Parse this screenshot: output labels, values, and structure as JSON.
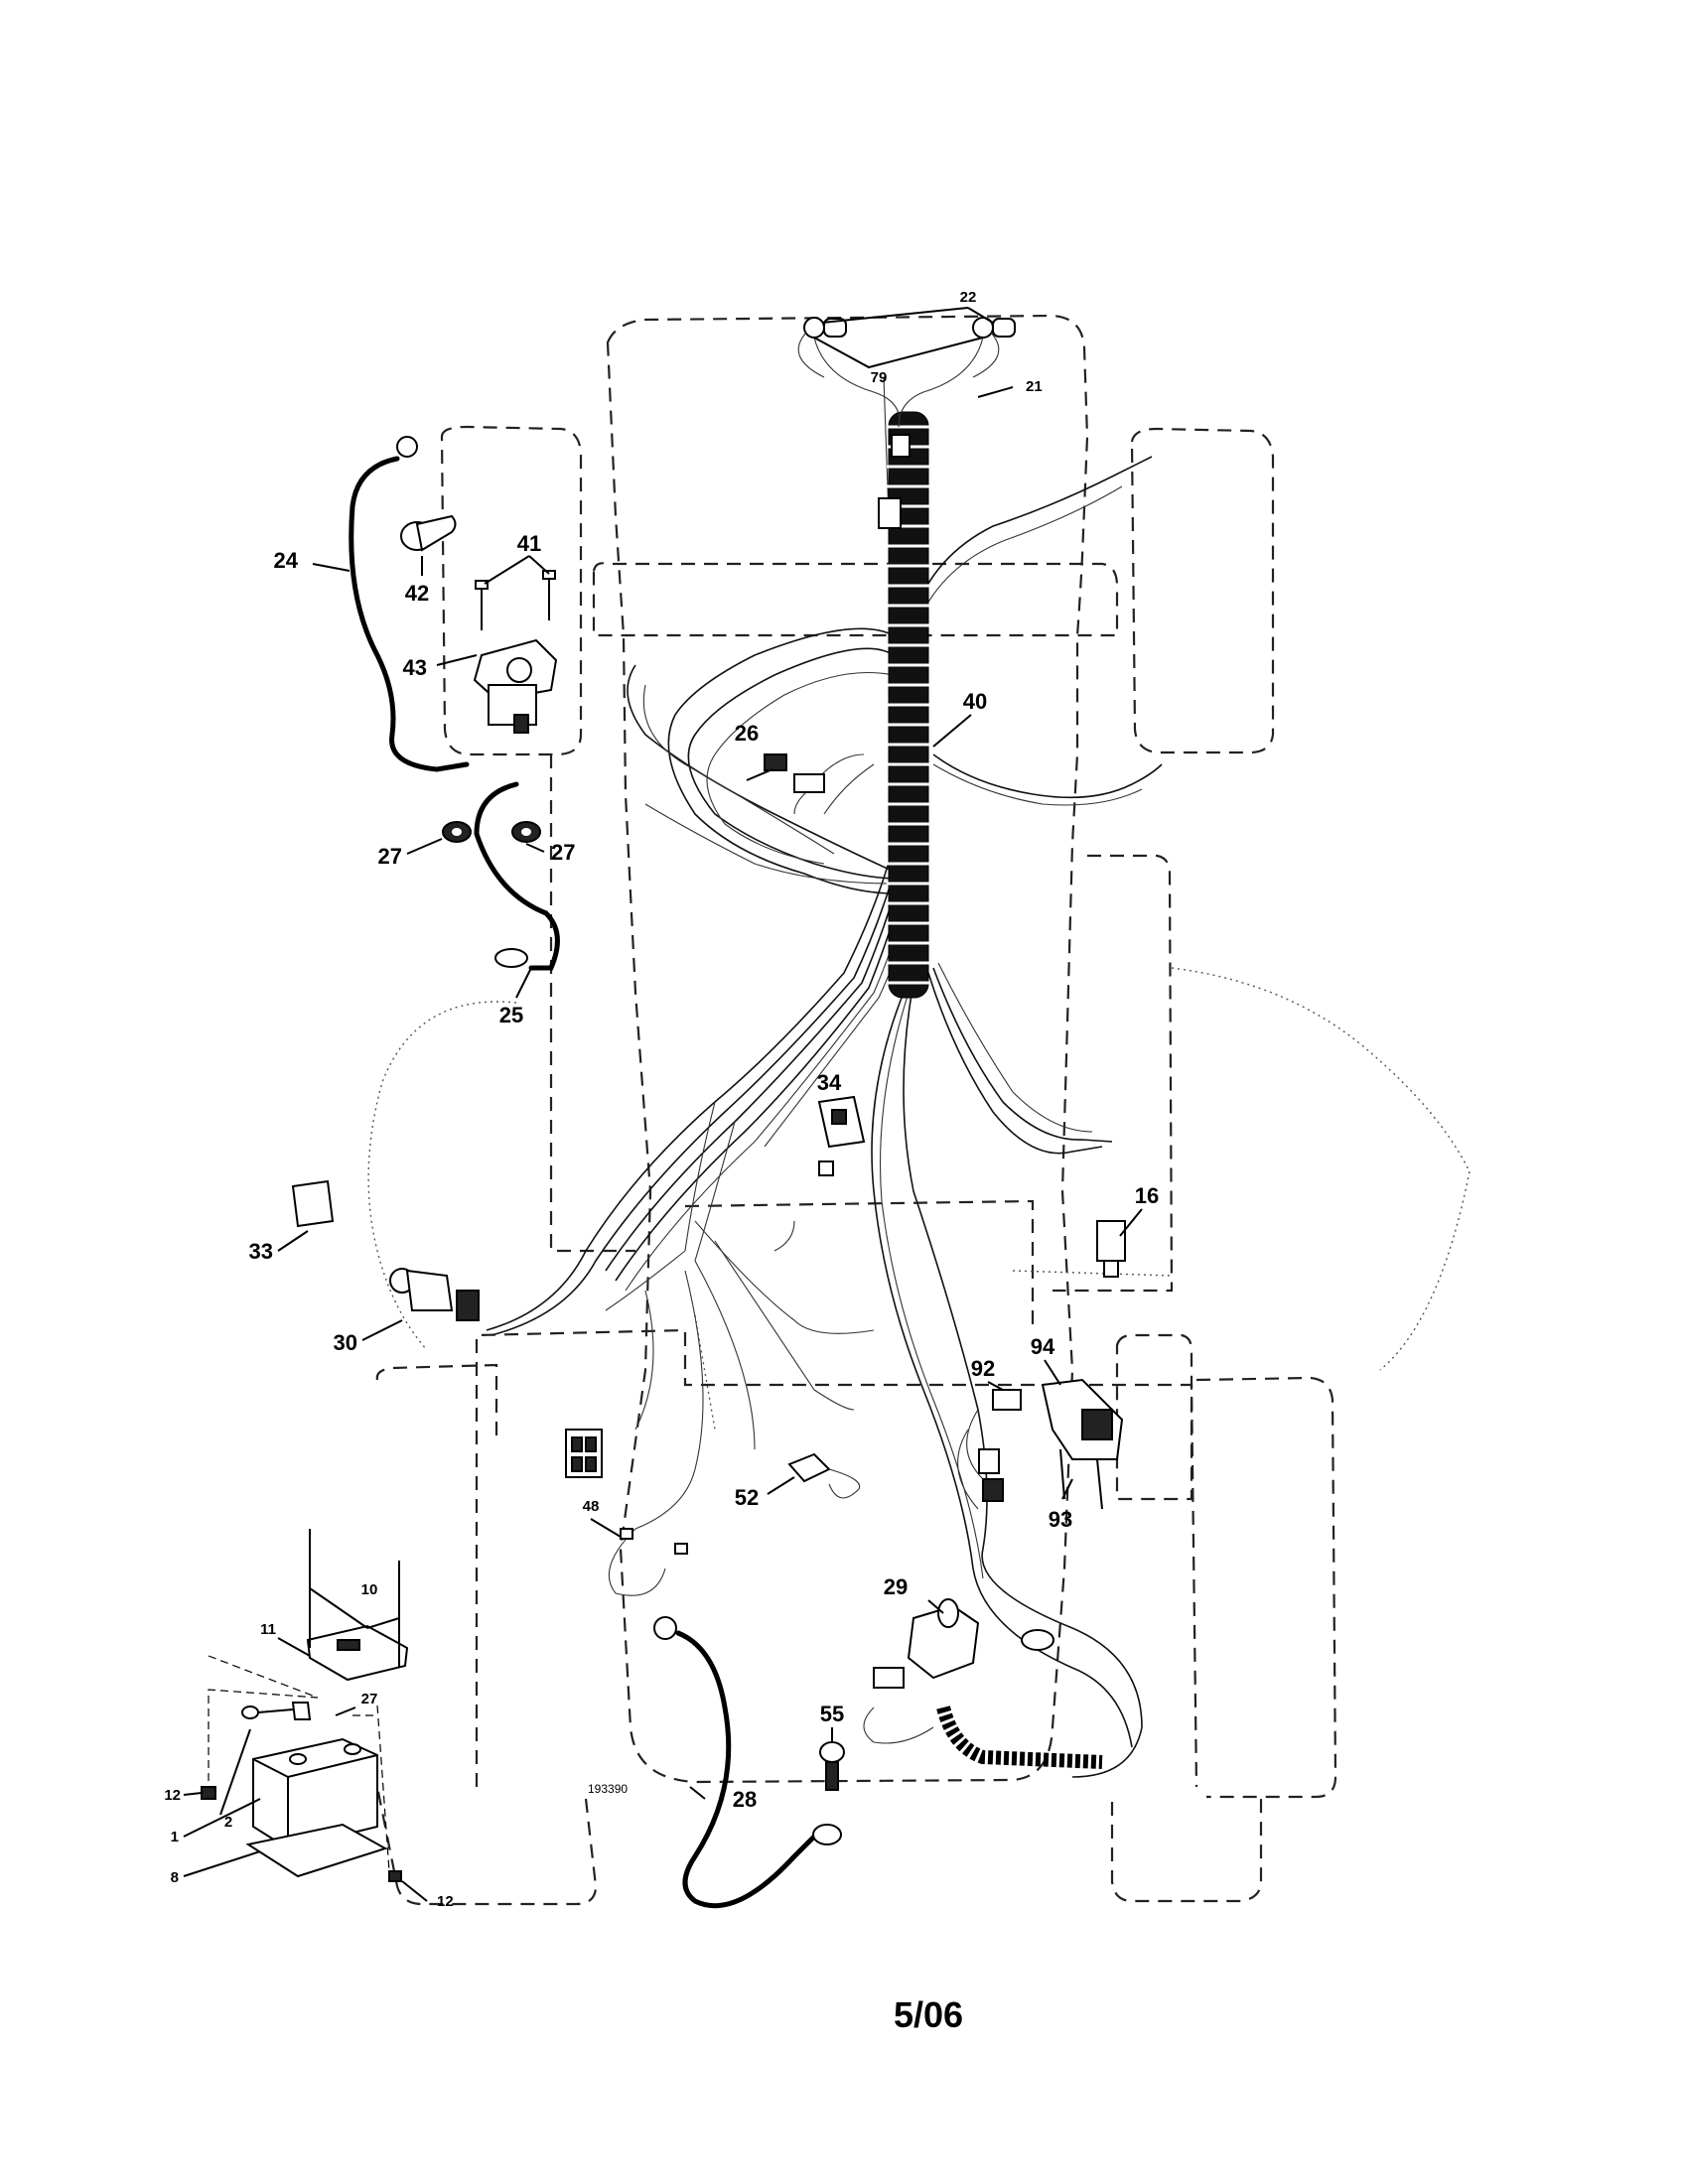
{
  "drawing_number": "193390",
  "page_date": "5/06",
  "callouts": {
    "c22": "22",
    "c79": "79",
    "c21": "21",
    "c24": "24",
    "c41": "41",
    "c42": "42",
    "c43": "43",
    "c40": "40",
    "c26": "26",
    "c27a": "27",
    "c27b": "27",
    "c25": "25",
    "c34": "34",
    "c16": "16",
    "c33": "33",
    "c30": "30",
    "c92": "92",
    "c94": "94",
    "c93": "93",
    "c48": "48",
    "c52": "52",
    "c29": "29",
    "c10": "10",
    "c11": "11",
    "c27c": "27",
    "c55": "55",
    "c12a": "12",
    "c2": "2",
    "c1": "1",
    "c8": "8",
    "c28": "28",
    "c12b": "12"
  }
}
